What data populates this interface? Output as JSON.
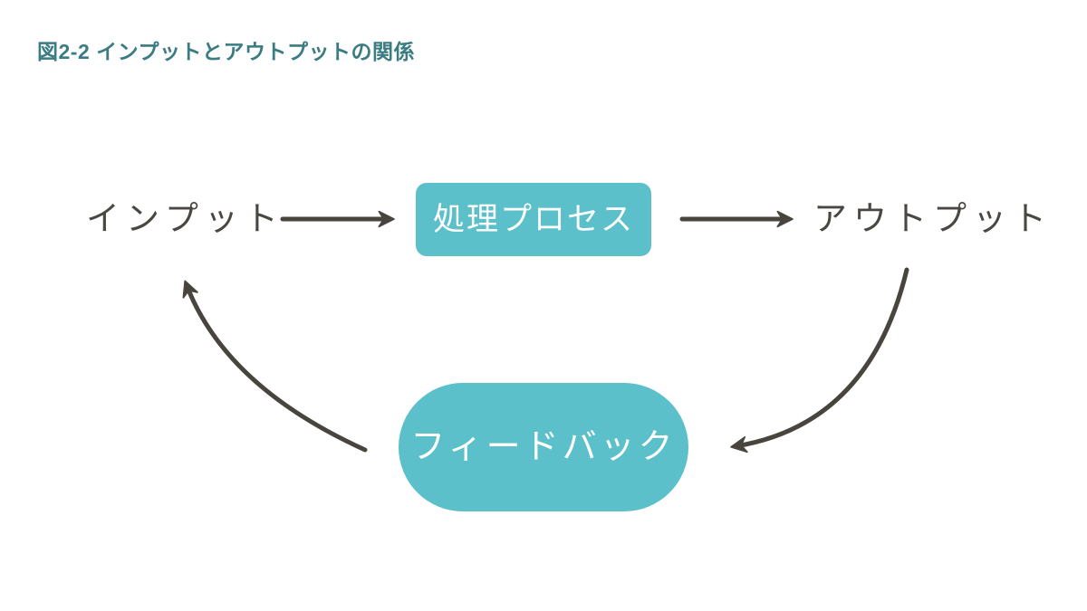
{
  "title": "図2-2 インプットとアウトプットの関係",
  "diagram": {
    "nodes": {
      "input": {
        "label": "インプット",
        "shape": "text"
      },
      "process": {
        "label": "処理プロセス",
        "shape": "rounded-rect"
      },
      "output": {
        "label": "アウトプット",
        "shape": "text"
      },
      "feedback": {
        "label": "フィードバック",
        "shape": "pill"
      }
    },
    "edges": [
      {
        "from": "input",
        "to": "process",
        "style": "straight-arrow"
      },
      {
        "from": "process",
        "to": "output",
        "style": "straight-arrow"
      },
      {
        "from": "output",
        "to": "feedback",
        "style": "curved-arrow"
      },
      {
        "from": "feedback",
        "to": "input",
        "style": "curved-arrow"
      }
    ]
  },
  "colors": {
    "node_fill": "#5bc0c9",
    "node_text": "#ffffff",
    "title_text": "#3a7c82",
    "label_text": "#4a4742",
    "arrow": "#48453f",
    "background": "#ffffff"
  }
}
